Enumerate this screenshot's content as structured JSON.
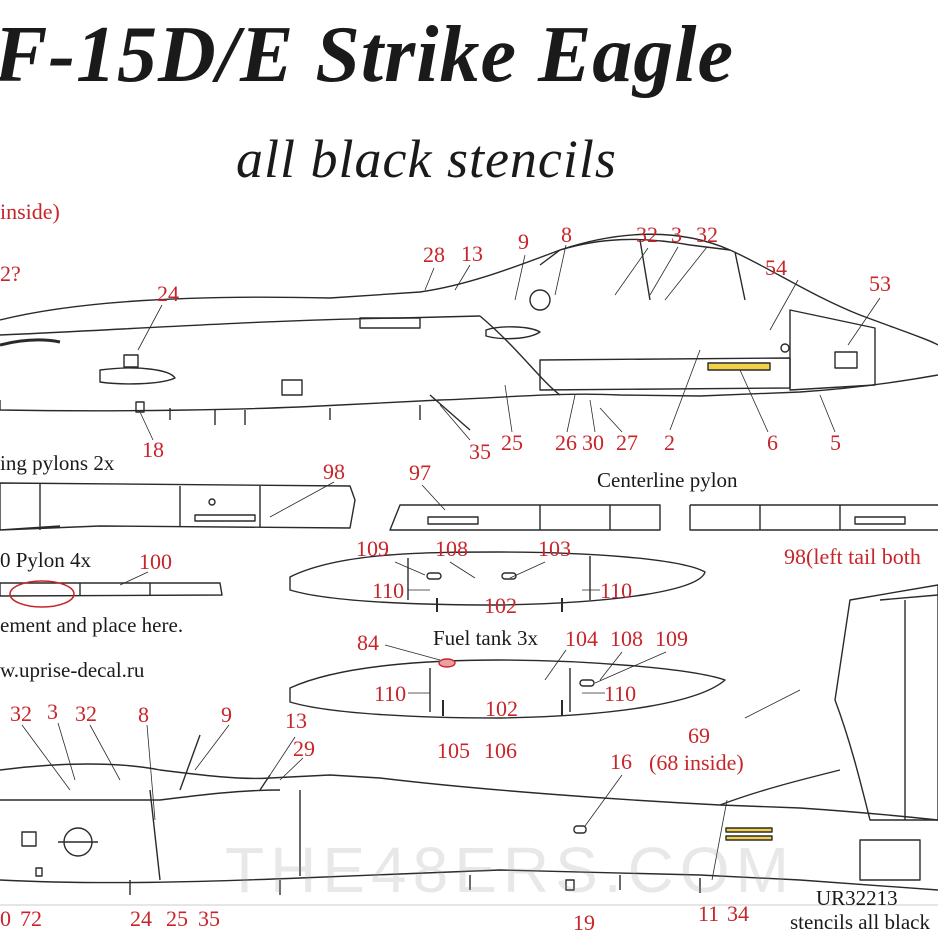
{
  "title": "F-15D/E Strike Eagle",
  "subtitle": "all black stencils",
  "labels": {
    "inside_note": "inside)",
    "question_note": "2?",
    "wing_pylons": "ing pylons 2x",
    "centerline_pylon": "Centerline pylon",
    "pylon_4x": "0 Pylon 4x",
    "place_here": "ement and place here.",
    "website": "w.uprise-decal.ru",
    "fuel_tank": "Fuel tank 3x",
    "left_tail": "98(left tail both",
    "inside_68": "(68 inside)",
    "product_code": "UR32213",
    "product_desc": "stencils all black",
    "watermark": "THE48ERS.COM"
  },
  "callouts": {
    "upper_fuselage": [
      "28",
      "13",
      "9",
      "8",
      "32",
      "3",
      "32",
      "54",
      "53",
      "24",
      "18",
      "35",
      "25",
      "26",
      "30",
      "27",
      "2",
      "6",
      "5"
    ],
    "pylons": [
      "98",
      "97",
      "100"
    ],
    "fuel_tank_a": [
      "109",
      "108",
      "103",
      "110",
      "102",
      "110"
    ],
    "fuel_tank_b": [
      "84",
      "104",
      "108",
      "109",
      "110",
      "110",
      "102",
      "105",
      "106"
    ],
    "lower_fuselage": [
      "32",
      "3",
      "32",
      "8",
      "9",
      "13",
      "29",
      "16",
      "69",
      "24",
      "25",
      "35",
      "19",
      "11",
      "34",
      "0",
      "72"
    ]
  },
  "colors": {
    "callout": "#c8252a",
    "line": "#2a2a2a",
    "panel_line": "#6a6a6a",
    "text": "#1a1a1a"
  }
}
